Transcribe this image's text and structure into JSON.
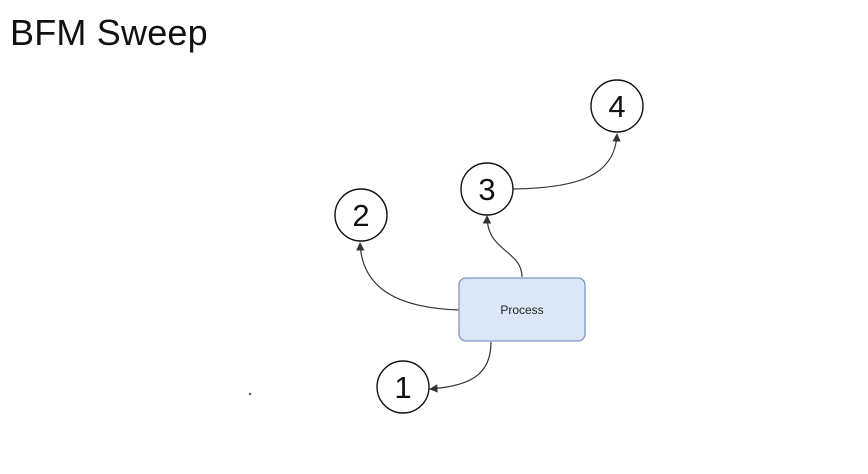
{
  "slide": {
    "title": "BFM Sweep"
  },
  "diagram": {
    "process": {
      "label": "Process",
      "fill": "#dbe6f7",
      "stroke": "#7b94c8"
    },
    "nodes": [
      {
        "id": "node-1",
        "label": "1"
      },
      {
        "id": "node-2",
        "label": "2"
      },
      {
        "id": "node-3",
        "label": "3"
      },
      {
        "id": "node-4",
        "label": "4"
      }
    ],
    "edges": [
      {
        "from": "process",
        "to": "node-1"
      },
      {
        "from": "process",
        "to": "node-2"
      },
      {
        "from": "process",
        "to": "node-3"
      },
      {
        "from": "node-3",
        "to": "node-4"
      }
    ]
  }
}
